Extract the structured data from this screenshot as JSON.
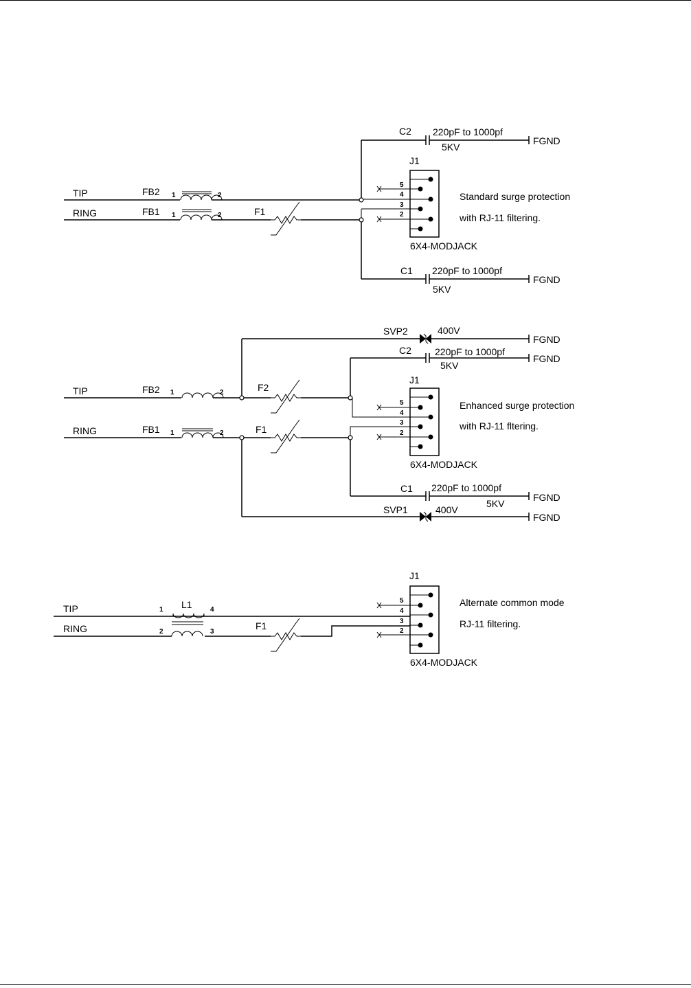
{
  "colors": {
    "ink": "#000000",
    "paper": "#ffffff"
  },
  "circuits": [
    {
      "net_tip": "TIP",
      "net_ring": "RING",
      "fb_tip": {
        "ref": "FB2",
        "pin_a": "1",
        "pin_b": "2"
      },
      "fb_ring": {
        "ref": "FB1",
        "pin_a": "1",
        "pin_b": "2"
      },
      "fuse_ring": "F1",
      "c_top": {
        "ref": "C2",
        "value": "220pF to 1000pf",
        "voltage": "5KV",
        "gnd": "FGND"
      },
      "c_bot": {
        "ref": "C1",
        "value": "220pF to 1000pf",
        "voltage": "5KV",
        "gnd": "FGND"
      },
      "jack": {
        "ref": "J1",
        "part": "6X4-MODJACK",
        "pins": [
          "5",
          "4",
          "3",
          "2"
        ]
      },
      "note": [
        "Standard surge protection",
        "with RJ-11 filtering."
      ]
    },
    {
      "net_tip": "TIP",
      "net_ring": "RING",
      "fb_tip": {
        "ref": "FB2",
        "pin_a": "1",
        "pin_b": "2"
      },
      "fb_ring": {
        "ref": "FB1",
        "pin_a": "1",
        "pin_b": "2"
      },
      "fuse_tip": "F2",
      "fuse_ring": "F1",
      "svp_top": {
        "ref": "SVP2",
        "value": "400V",
        "gnd": "FGND"
      },
      "svp_bot": {
        "ref": "SVP1",
        "value": "400V",
        "gnd": "FGND"
      },
      "c_top": {
        "ref": "C2",
        "value": "220pF to 1000pf",
        "voltage": "5KV",
        "gnd": "FGND"
      },
      "c_bot": {
        "ref": "C1",
        "value": "220pF to 1000pf",
        "voltage": "5KV",
        "gnd": "FGND"
      },
      "jack": {
        "ref": "J1",
        "part": "6X4-MODJACK",
        "pins": [
          "5",
          "4",
          "3",
          "2"
        ]
      },
      "note": [
        "Enhanced surge protection",
        "with RJ-11 fltering."
      ]
    },
    {
      "net_tip": "TIP",
      "net_ring": "RING",
      "choke": {
        "ref": "L1",
        "pin_1": "1",
        "pin_2": "2",
        "pin_3": "3",
        "pin_4": "4"
      },
      "fuse_ring": "F1",
      "jack": {
        "ref": "J1",
        "part": "6X4-MODJACK",
        "pins": [
          "5",
          "4",
          "3",
          "2"
        ]
      },
      "note": [
        "Alternate common mode",
        "RJ-11 filtering."
      ]
    }
  ]
}
